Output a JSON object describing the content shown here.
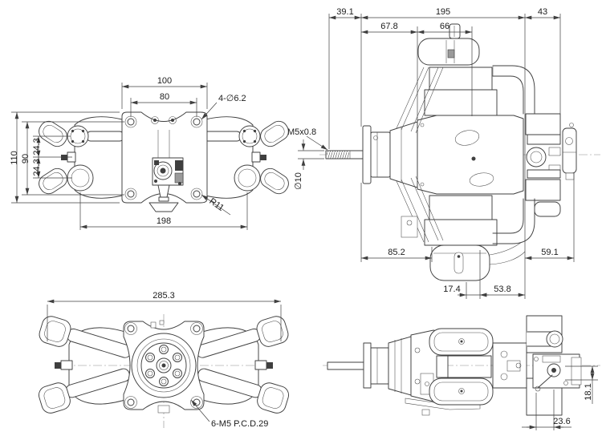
{
  "style": {
    "ink": "#3f3f3f",
    "paper": "#ffffff",
    "dim_text": "#1c1c1c"
  },
  "views": {
    "rear": {
      "dims": {
        "plate_width": "100",
        "bolt_span": "80",
        "bolt_holes": "4-∅6.2",
        "plate_height": "110",
        "bolt_height": "90",
        "cyl_offset_upper": "24.3",
        "cyl_offset_lower": "24.3",
        "cyl_span": "198",
        "corner_radius": "R11"
      }
    },
    "side": {
      "dims": {
        "shaft_len": "39.1",
        "case_len": "195",
        "rear_len": "43",
        "seg_front": "67.8",
        "seg_mid": "66",
        "shaft_thread": "M5x0.8",
        "shaft_dia": "∅10",
        "len_front": "85.2",
        "len_rear": "59.1",
        "muffler_a": "17.4",
        "muffler_b": "53.8"
      }
    },
    "front": {
      "dims": {
        "overall_width": "285.3",
        "prop_pcd": "6-M5 P.C.D.29"
      }
    },
    "top": {
      "dims": {
        "carb_height": "18.1",
        "carb_offset": "23.6"
      }
    }
  }
}
